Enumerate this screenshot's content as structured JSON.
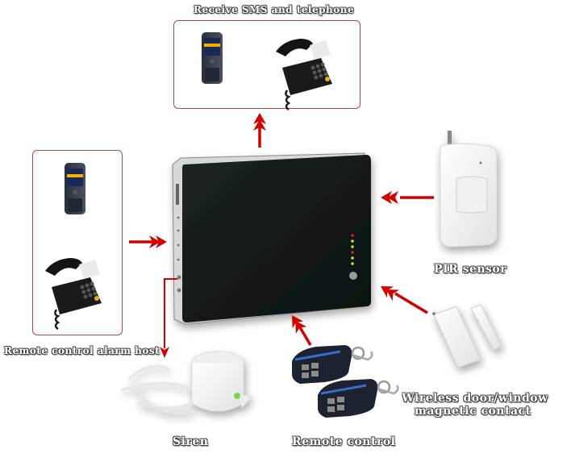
{
  "labels": {
    "top_box": "Receive SMS and telephone",
    "left_box": "Remote control alarm host",
    "pir": "PIR sensor",
    "door_line1": "Wireless door/window",
    "door_line2": "magnetic contact",
    "siren": "Siren",
    "remote": "Remote control"
  },
  "colors": {
    "arrow": "#d40000",
    "box_border": "#a94a4a",
    "host_body": "#141a18",
    "led_red": "#e0201a",
    "led_green": "#c8e61e"
  },
  "host_leds": [
    "red",
    "green",
    "green",
    "red",
    "green",
    "green"
  ]
}
